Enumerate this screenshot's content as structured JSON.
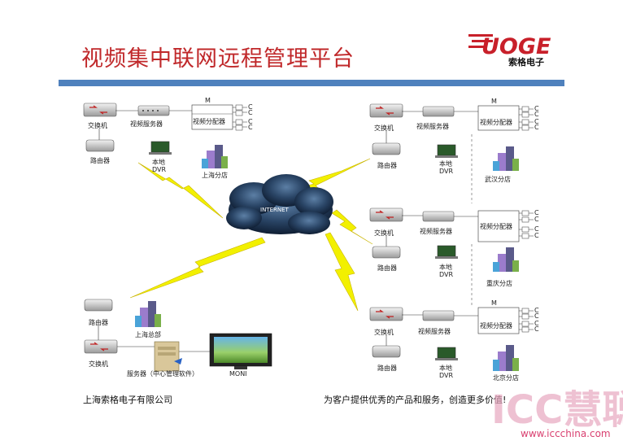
{
  "header": {
    "title": "视频集中联网远程管理平台",
    "logo_text": "UOGE",
    "logo_sub": "索格电子"
  },
  "footer": {
    "company": "上海索格电子有限公司",
    "slogan": "为客户提供优秀的产品和服务，创造更多价值!"
  },
  "watermark": {
    "text": "ICC慧聪网",
    "url": "www.iccchina.com"
  },
  "diagram": {
    "internet_label": "INTERNET",
    "switch_label": "交换机",
    "router_label": "路由器",
    "video_server_label": "视频服务器",
    "distributor_label": "视频分配器",
    "dvr_label_line1": "本地",
    "dvr_label_line2": "DVR",
    "m_label": "M",
    "c_label": "C",
    "hq_label": "上海总部",
    "server_label": "服务器（中心管理软件）",
    "monitor_label": "MONI",
    "branches": [
      {
        "name": "上海分店"
      },
      {
        "name": "武汉分店"
      },
      {
        "name": "重庆分店"
      },
      {
        "name": "北京分店"
      }
    ]
  },
  "colors": {
    "title_red": "#c0282a",
    "bar_blue": "#4f81bd",
    "lightning_yellow": "#f2f000",
    "cloud_dark": "#1f3550"
  }
}
